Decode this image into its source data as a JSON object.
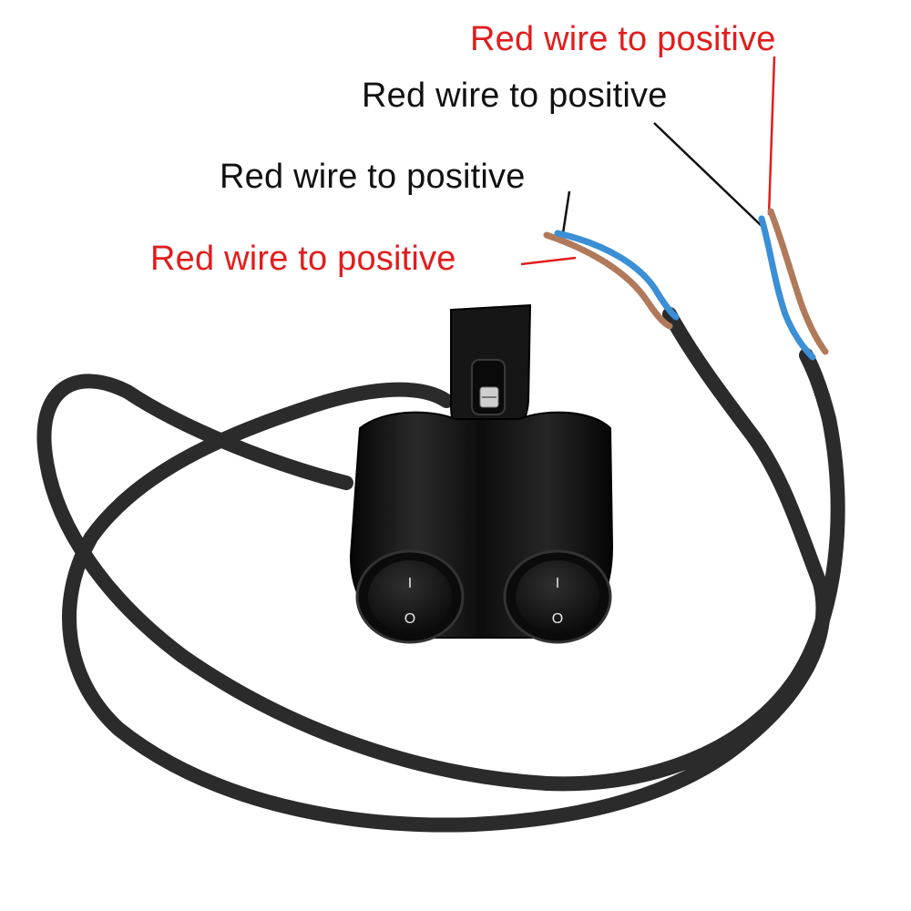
{
  "labels": {
    "right_red": "Red wire to positive",
    "right_black": "Red wire to positive",
    "left_black": "Red wire to positive",
    "left_red": "Red wire to positive"
  },
  "switches": {
    "left": {
      "on_mark": "I",
      "off_mark": "O"
    },
    "right": {
      "on_mark": "I",
      "off_mark": "O"
    }
  },
  "colors": {
    "label_red": "#e21d1d",
    "label_black": "#111111",
    "wire_brown": "#b07a5a",
    "wire_blue": "#3a8fd6",
    "cable": "#2b2b2b",
    "housing": "#141414"
  }
}
